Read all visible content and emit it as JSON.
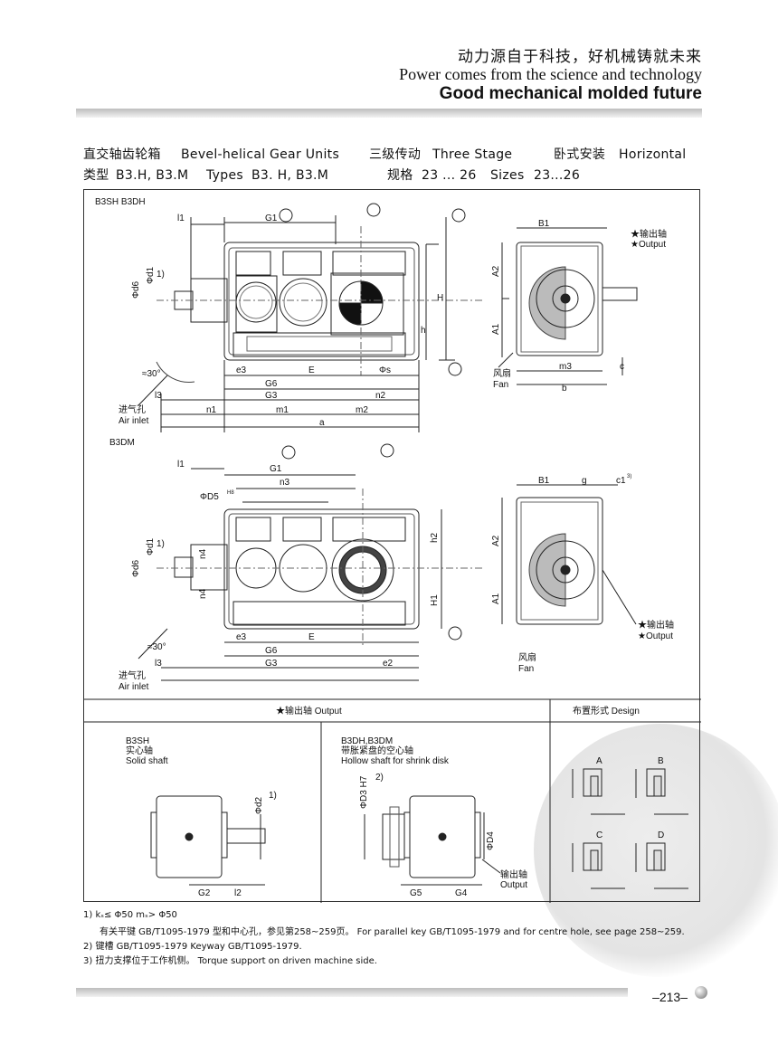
{
  "header": {
    "cn_slogan": "动力源自于科技，好机械铸就未来",
    "en_slogan": "Power comes from the science and technology",
    "en_bold": "Good mechanical molded future"
  },
  "title": {
    "line1": [
      "直交轴齿轮箱",
      "Bevel-helical",
      "Gear Units",
      "三级传动",
      "Three Stage",
      "卧式安装",
      "Horizontal"
    ],
    "line2": [
      "类型",
      "B3.H, B3.M",
      "Types",
      "B3. H, B3.M",
      "规格",
      "23 ... 26",
      "Sizes",
      "23...26"
    ]
  },
  "drawing": {
    "top_label": "B3SH B3DH",
    "mid_label": "B3DM",
    "top_dims": [
      "l1",
      "G1",
      "Φd6",
      "Φd1",
      "1)",
      "e3",
      "E",
      "Φs",
      "G6",
      "l3",
      "G3",
      "n2",
      "n1",
      "m1",
      "m2",
      "a",
      "H",
      "h"
    ],
    "top_side_dims": [
      "B1",
      "A2",
      "A1",
      "m3",
      "b",
      "c"
    ],
    "air_inlet_cn": "进气孔",
    "air_inlet_en": "Air inlet",
    "angle": "≈30°",
    "fan_cn": "风扇",
    "fan_en": "Fan",
    "output_cn": "★输出轴",
    "output_en": "★Output",
    "mid_dims": [
      "l1",
      "G1",
      "n3",
      "ΦD5",
      "H8",
      "Φd6",
      "Φd1",
      "1)",
      "n4",
      "n4",
      "e3",
      "E",
      "G6",
      "l3",
      "G3",
      "e2",
      "h2",
      "H1"
    ],
    "mid_side_dims": [
      "B1",
      "g",
      "c1",
      "3)",
      "A2",
      "A1"
    ],
    "section_output": "★输出轴  Output",
    "section_design": "布置形式 Design",
    "b3sh_title": "B3SH",
    "b3sh_cn": "实心轴",
    "b3sh_en": "Solid shaft",
    "b3sh_dims": [
      "Φd2",
      "1)",
      "G2",
      "l2"
    ],
    "b3dh_title": "B3DH,B3DM",
    "b3dh_cn": "带胀紧盘的空心轴",
    "b3dh_en": "Hollow shaft for shrink disk",
    "b3dh_dims": [
      "ΦD3 H7",
      "2)",
      "ΦD4",
      "G5",
      "G4"
    ],
    "b3dh_out_cn": "输出轴",
    "b3dh_out_en": "Output",
    "design_letters": [
      "A",
      "B",
      "C",
      "D"
    ]
  },
  "footnotes": {
    "f1": "1)  kₛ≤ Φ50     mₛ> Φ50",
    "f1b": "有关平键 GB/T1095-1979 型和中心孔，参见第258~259页。 For parallel key GB/T1095-1979 and for centre hole, see page 258~259.",
    "f2": "2)  键槽 GB/T1095-1979   Keyway GB/T1095-1979.",
    "f3": "3)  扭力支撑位于工作机侧。   Torque support on driven machine side."
  },
  "page_number": "–213–"
}
